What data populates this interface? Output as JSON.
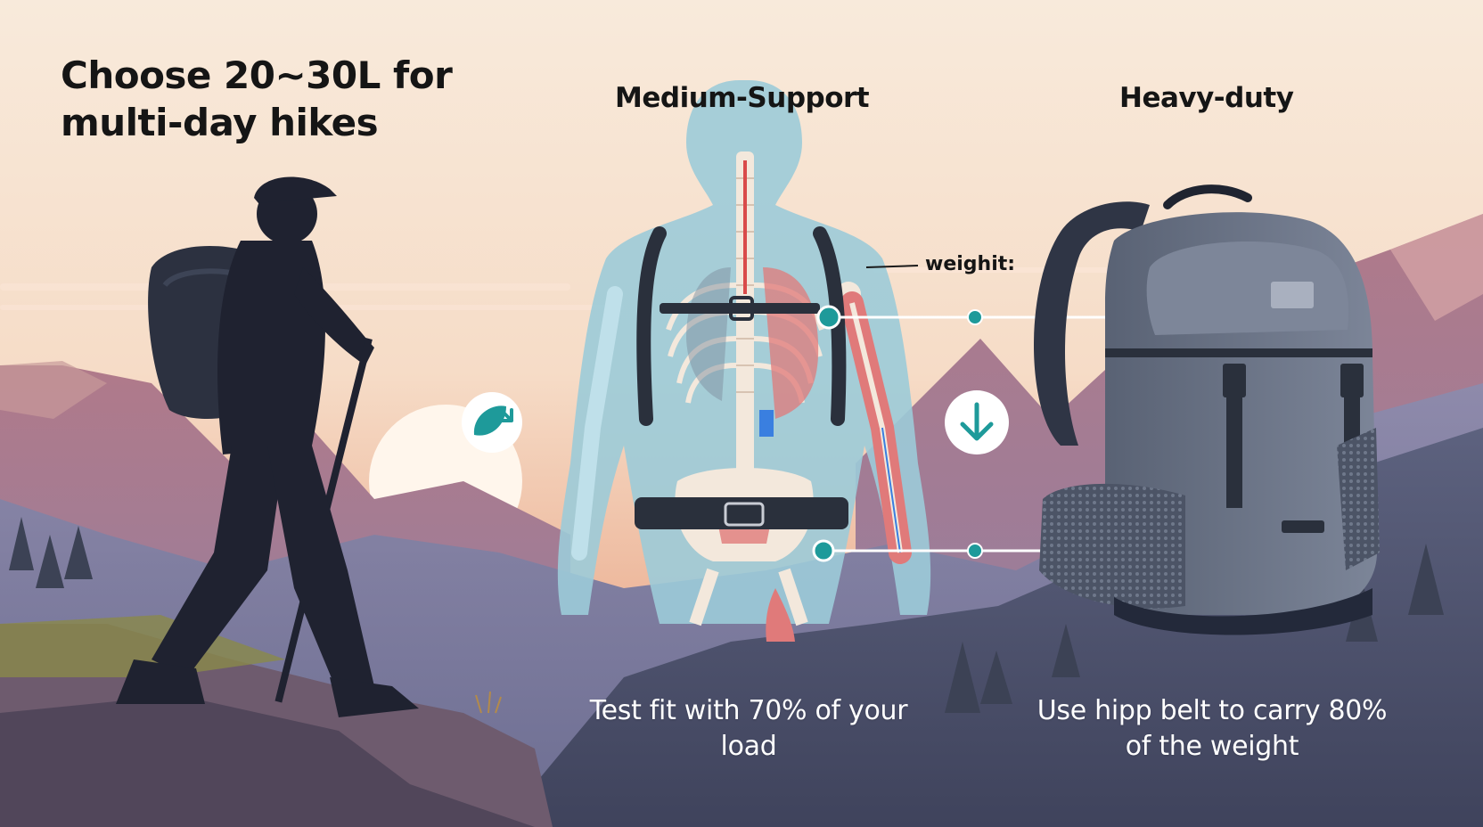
{
  "headline": "Choose 20~30L for multi-day hikes",
  "titles": {
    "medium": "Medium-Support",
    "heavy": "Heavy-duty"
  },
  "callout_label": "weighit:",
  "captions": {
    "center": "Test fit with 70% of your load",
    "right": "Use hipp belt to carry 80% of the weight"
  },
  "icons": {
    "left_badge": "leaf-arrow-icon",
    "right_badge": "arrow-down-icon"
  },
  "colors": {
    "sky": "#f6e6d6",
    "teal_accent": "#1e9a9a",
    "silhouette": "#1f2230",
    "pack_gray": "#6b7485",
    "body_blue": "#9ccbd8"
  }
}
